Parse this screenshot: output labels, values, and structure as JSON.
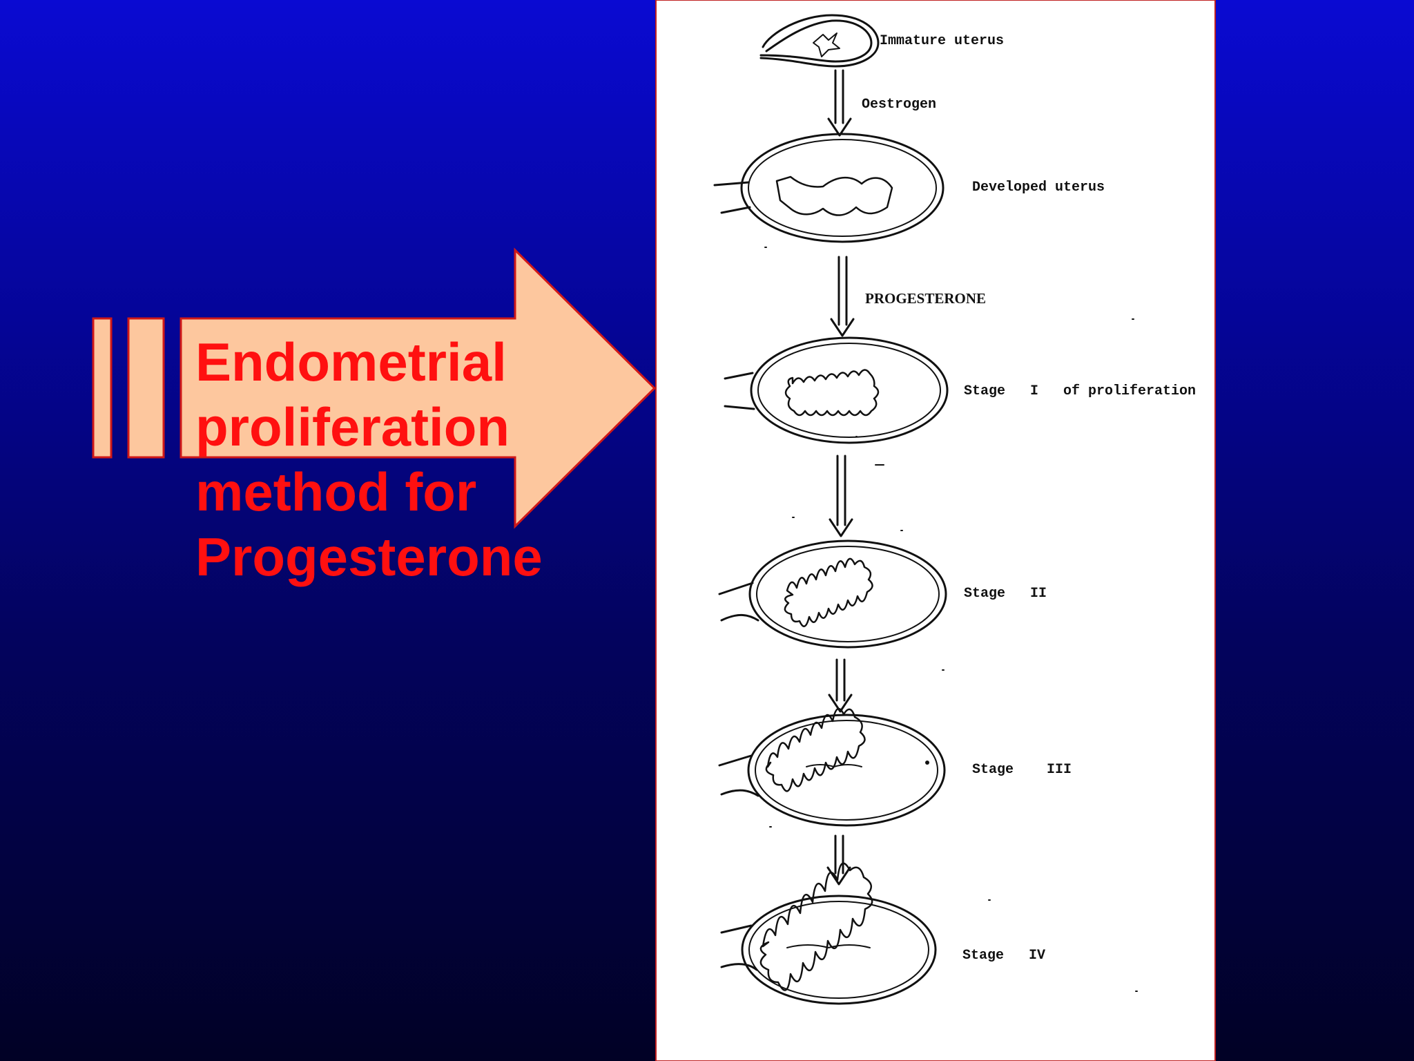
{
  "slide": {
    "title_lines": [
      "Endometrial",
      "proliferation",
      "method for",
      "Progesterone"
    ],
    "colors": {
      "background_top": "#0a0ad2",
      "background_bottom": "#010125",
      "title_text": "#ff1010",
      "arrow_fill": "#fdc79e",
      "arrow_outline": "#d01818"
    }
  },
  "diagram": {
    "labels": {
      "immature_uterus": "Immature uterus",
      "oestrogen": "Oestrogen",
      "developed_uterus": "Developed uterus",
      "progesterone": "PROGESTERONE",
      "stage_1": "Stage   I   of proliferation",
      "stage_2": "Stage   II",
      "stage_3": "Stage    III",
      "stage_4": "Stage   IV"
    }
  }
}
